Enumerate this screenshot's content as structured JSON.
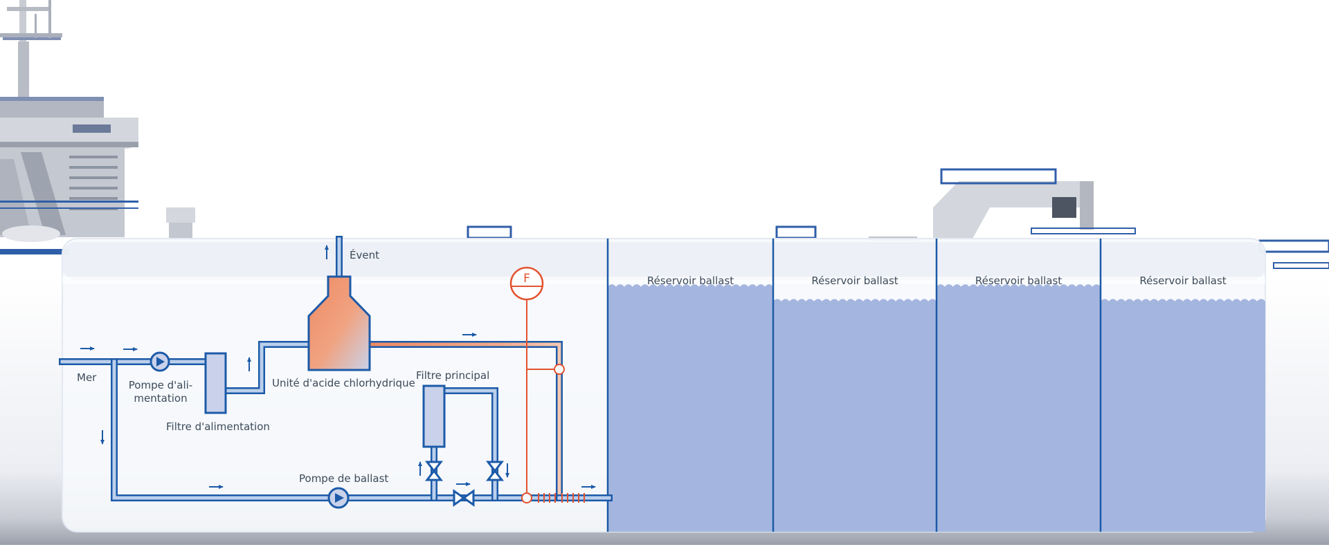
{
  "labels": {
    "vent": "Évent",
    "sea": "Mer",
    "feed_pump_line1": "Pompe d'ali-",
    "feed_pump_line2": "mentation",
    "feed_filter": "Filtre d'alimentation",
    "hcl_unit": "Unité d'acide chlorhydrique",
    "main_filter": "Filtre principal",
    "ballast_pump": "Pompe de ballast",
    "flow_meter": "F"
  },
  "tanks": [
    {
      "label": "Réservoir ballast",
      "fill_level": 0.85
    },
    {
      "label": "Réservoir ballast",
      "fill_level": 0.8
    },
    {
      "label": "Réservoir ballast",
      "fill_level": 0.85
    },
    {
      "label": "Réservoir ballast",
      "fill_level": 0.8
    }
  ],
  "colors": {
    "pipe": "#1c5aa8",
    "pipe_inner": "#bcd0ec",
    "water": "#a4b6df",
    "acid": "#ef8a63",
    "acid_line": "#e3522f",
    "hull_panel": "#f6f8fc",
    "label": "#3c4a5a"
  }
}
